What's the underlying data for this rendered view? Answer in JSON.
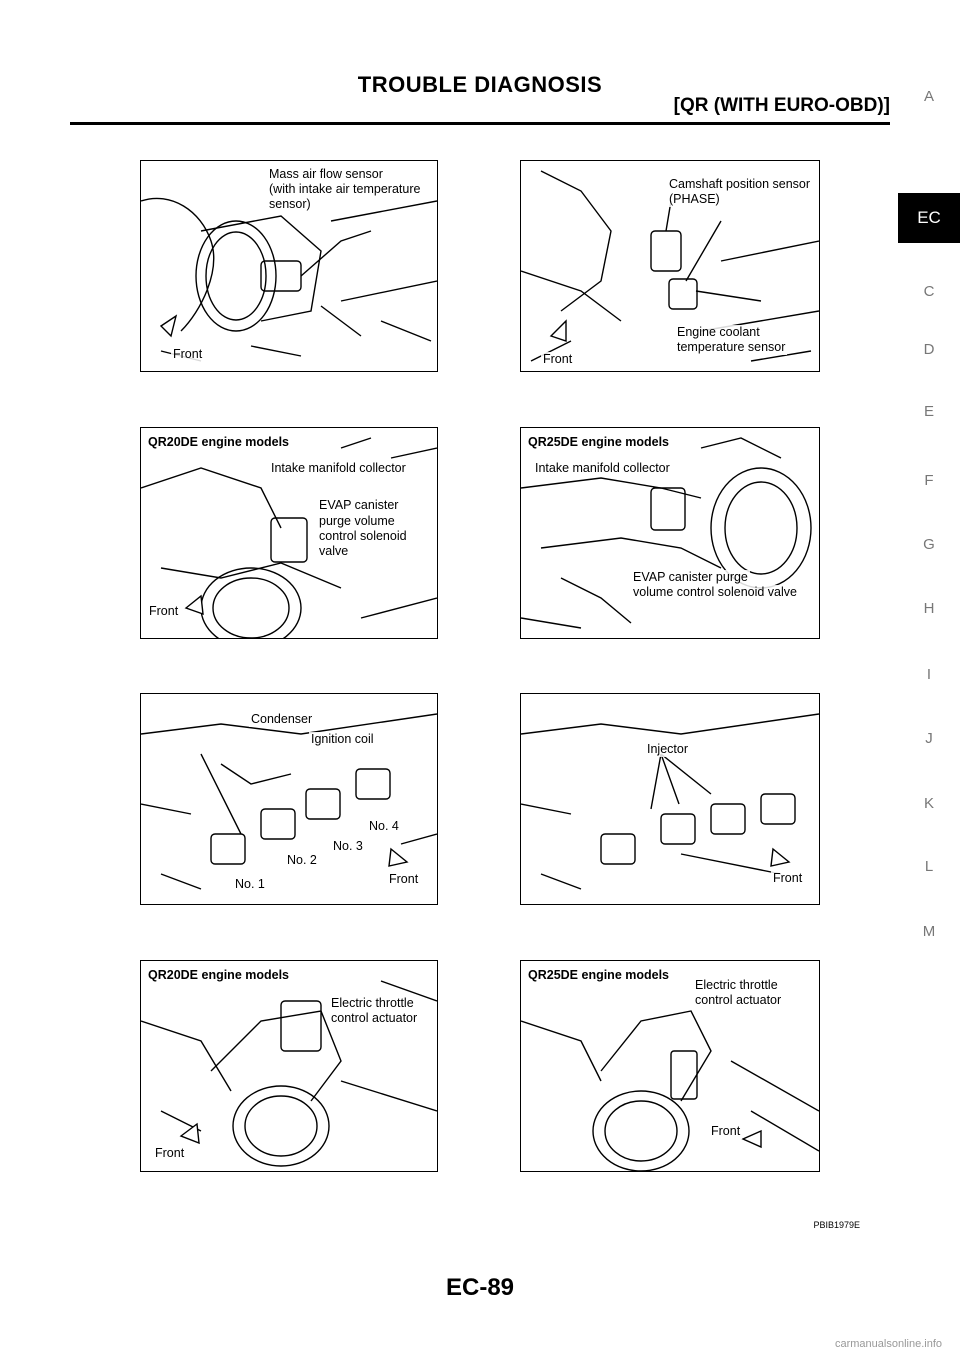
{
  "header": {
    "title": "TROUBLE DIAGNOSIS",
    "subtitle": "[QR (WITH EURO-OBD)]"
  },
  "sidebar": {
    "items": [
      "A",
      "EC",
      "C",
      "D",
      "E",
      "F",
      "G",
      "H",
      "I",
      "J",
      "K",
      "L",
      "M"
    ],
    "active": "EC"
  },
  "figures": [
    {
      "labels": [
        "Mass air flow sensor",
        "(with intake air temperature",
        "sensor)",
        "Front"
      ]
    },
    {
      "labels": [
        "Camshaft position sensor",
        "(PHASE)",
        "Engine coolant",
        "temperature sensor",
        "Front"
      ]
    },
    {
      "heading": "QR20DE engine models",
      "labels": [
        "Intake manifold collector",
        "EVAP canister",
        "purge volume",
        "control solenoid",
        "valve",
        "Front"
      ]
    },
    {
      "heading": "QR25DE engine models",
      "labels": [
        "Intake manifold collector",
        "EVAP canister purge",
        "volume control solenoid valve"
      ]
    },
    {
      "labels": [
        "Condenser",
        "Ignition coil",
        "No. 4",
        "No. 3",
        "No. 2",
        "No. 1",
        "Front"
      ]
    },
    {
      "labels": [
        "Injector",
        "Front"
      ]
    },
    {
      "heading": "QR20DE engine models",
      "labels": [
        "Electric throttle",
        "control actuator",
        "Front"
      ]
    },
    {
      "heading": "QR25DE engine models",
      "labels": [
        "Electric throttle",
        "control actuator",
        "Front"
      ]
    }
  ],
  "figure_code": "PBIB1979E",
  "page_number": "EC-89",
  "footer_mark": "carmanualsonline.info"
}
